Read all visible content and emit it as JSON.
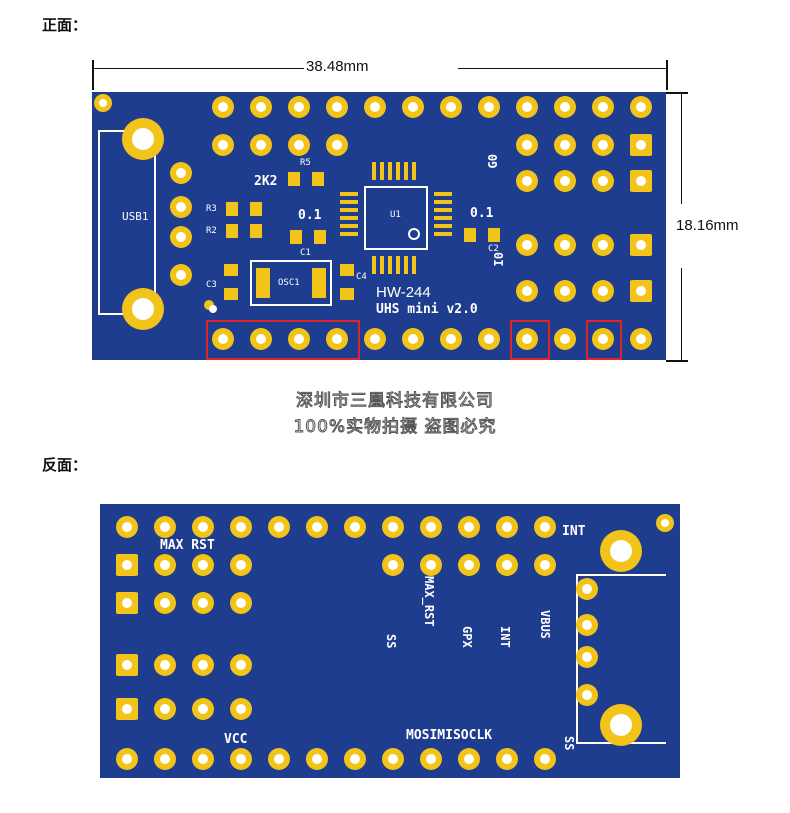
{
  "front": {
    "heading": "正面：",
    "width_label": "38.48mm",
    "height_label": "18.16mm",
    "silk": {
      "usb": "USB1",
      "r5": "R5",
      "r3": "R3",
      "r2": "R2",
      "val_2k2": "2K2",
      "val_01a": "0.1",
      "val_01b": "0.1",
      "c1": "C1",
      "c2": "C2",
      "c3": "C3",
      "c4": "C4",
      "u1": "U1",
      "osc": "OSC1",
      "g0": "G0",
      "i0": "I0",
      "model": "HW-244",
      "version": "UHS mini v2.0"
    }
  },
  "watermark": {
    "line1": "深圳市三凰科技有限公司",
    "line2": "100%实物拍摄 盗图必究"
  },
  "back": {
    "heading": "反面：",
    "silk": {
      "max_rst": "MAX RST",
      "int_top": "INT",
      "vcc": "VCC",
      "ss_v": "SS",
      "max_rst_v": "MAX_RST",
      "gpx_v": "GPX",
      "int_v": "INT",
      "vbus_v": "VBUS",
      "mosi_miso_clk": "MOSIMISOCLK",
      "ss_bottom": "SS"
    }
  },
  "colors": {
    "board": "#1f3d8f",
    "pad": "#f2c318",
    "highlight": "#e0242a"
  }
}
